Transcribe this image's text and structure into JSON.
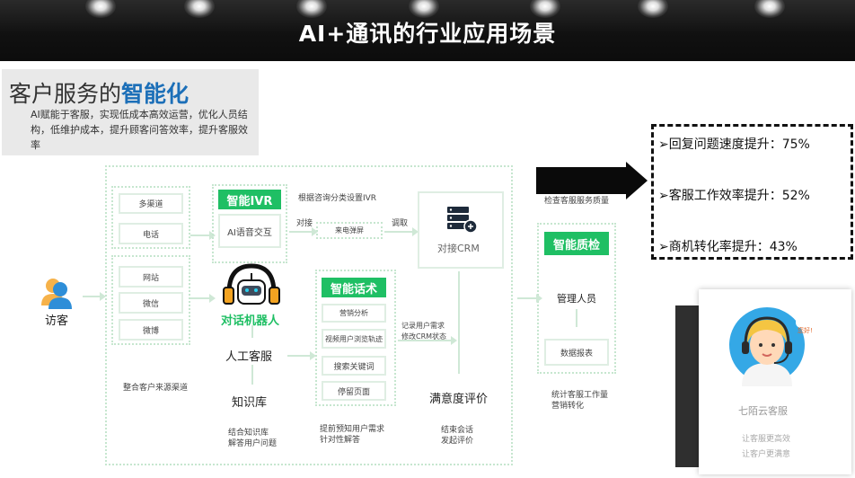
{
  "header": {
    "title": "AI+通讯的行业应用场景"
  },
  "intro": {
    "title_prefix": "客户服务的",
    "title_highlight": "智能化",
    "description": "AI赋能于客服，实现低成本高效运营，优化人员结构，低维护成本，提升顾客问答效率，提升客服效率"
  },
  "visitor": {
    "label": "访客"
  },
  "channels": {
    "items": [
      "多渠道",
      "电话",
      "网站",
      "微信",
      "微博"
    ],
    "caption": "整合客户来源渠道"
  },
  "ivr": {
    "label": "智能IVR",
    "box": "AI语音交互",
    "note": "根据咨询分类设置IVR",
    "connect": "对接",
    "popup": "来电弹屏",
    "fetch": "调取"
  },
  "robot": {
    "label": "对话机器人"
  },
  "agent": {
    "label": "人工客服"
  },
  "kb": {
    "label": "知识库",
    "caption": "结合知识库\n解答用户问题"
  },
  "script": {
    "label": "智能话术",
    "items": [
      "营销分析",
      "视频用户浏览轨迹",
      "搜索关键词",
      "停留页面"
    ],
    "caption": "提前预知用户需求\n针对性解答"
  },
  "crm": {
    "label": "对接CRM",
    "note": "记录用户需求\n修改CRM状态"
  },
  "satisfaction": {
    "label": "满意度评价",
    "caption": "结束会话\n发起评价"
  },
  "quality": {
    "label": "智能质检",
    "check": "检查客服服务质量",
    "manager": "管理人员",
    "report": "数据报表",
    "caption": "统计客服工作量\n营销转化"
  },
  "results": [
    "➢回复问题速度提升：75%",
    "➢客服工作效率提升：52%",
    "➢商机转化率提升：43%"
  ],
  "card": {
    "bubble": "您好!",
    "name": "七陌云客服",
    "line1": "让客服更高效",
    "line2": "让客户更满意"
  },
  "colors": {
    "green": "#1fbf64",
    "blue": "#1c6fb8",
    "header": "#111111"
  }
}
